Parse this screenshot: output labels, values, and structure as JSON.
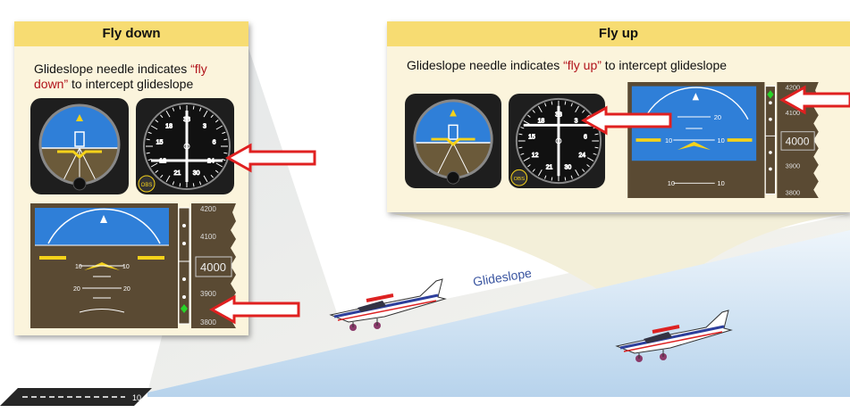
{
  "panels": {
    "fly_down": {
      "title": "Fly down",
      "caption_pre": "Glideslope needle indicates ",
      "caption_highlight": "“fly down”",
      "caption_post": " to intercept glideslope"
    },
    "fly_up": {
      "title": "Fly up",
      "caption_pre": "Glideslope needle indicates ",
      "caption_highlight": "“fly up”",
      "caption_post": " to intercept glideslope"
    }
  },
  "glideslope_label": "Glideslope",
  "pfd": {
    "pitch_labels": [
      "10",
      "10",
      "20",
      "20"
    ],
    "altitude_ticks": [
      "4200",
      "4100",
      "3900",
      "3800"
    ],
    "altitude_current": "4000"
  },
  "compass_labels": [
    "33",
    "3",
    "6",
    "24",
    "30",
    "21",
    "12",
    "15",
    "18"
  ],
  "obs_knob": "OBS",
  "runway_number": "10",
  "colors": {
    "panel_bg": "#fbf4dc",
    "header_bg": "#f7dc72",
    "sky": "#2f7fd8",
    "ground": "#5a4a33",
    "arrow": "#e02020",
    "glideslope_wedge": "#d8e7f4",
    "highlight_text": "#b1121a"
  }
}
